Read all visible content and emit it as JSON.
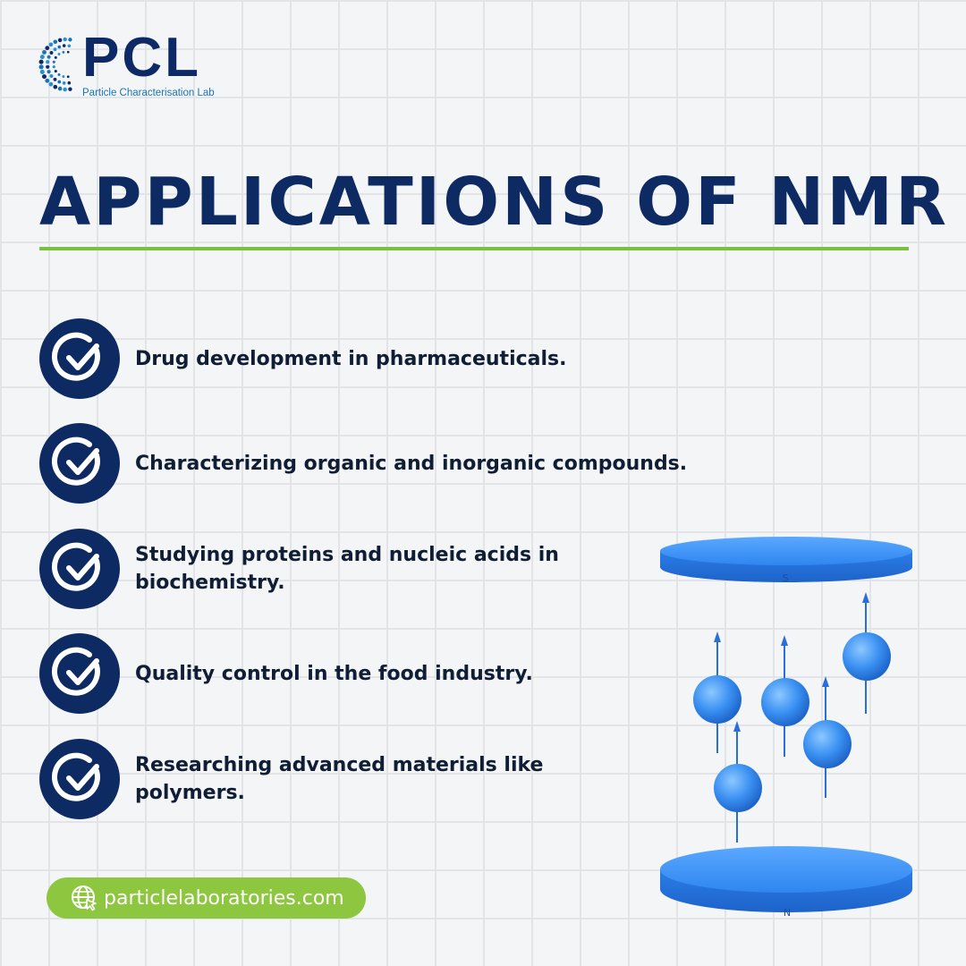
{
  "brand": {
    "logo_text": "PCL",
    "tagline": "Particle Characterisation Lab"
  },
  "title": "APPLICATIONS OF NMR",
  "items": [
    {
      "text": "Drug development in pharmaceuticals.",
      "icon": "check-circle-icon"
    },
    {
      "text": "Characterizing organic and inorganic compounds.",
      "icon": "check-circle-icon"
    },
    {
      "text": "Studying proteins and nucleic acids in biochemistry.",
      "icon": "check-circle-icon"
    },
    {
      "text": "Quality control in the food industry.",
      "icon": "check-circle-icon"
    },
    {
      "text": "Researching advanced materials like polymers.",
      "icon": "check-circle-icon"
    }
  ],
  "website": {
    "url": "particlelaboratories.com",
    "icon": "globe-cursor-icon"
  },
  "illustration": {
    "top_pole": "S",
    "bottom_pole": "N"
  },
  "colors": {
    "navy": "#0d2a63",
    "green": "#7ac143",
    "pill_green": "#8dc63f",
    "magnet_blue": "#2f86f0"
  }
}
